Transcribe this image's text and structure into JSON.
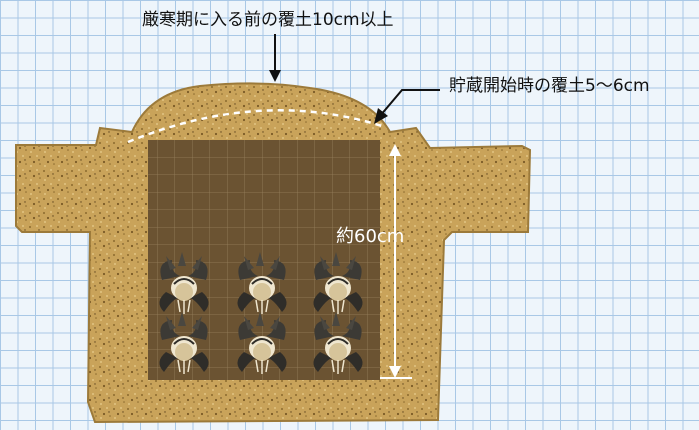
{
  "labels": {
    "top_cover": "厳寒期に入る前の覆土10cm以上",
    "start_cover": "貯蔵開始時の覆土5～6cm",
    "depth": "約60cm"
  },
  "colors": {
    "soil": "#c9a35a",
    "soil_dark": "#8b6a2e",
    "pit": "#6b5332",
    "grid": "#a9c8e6",
    "background": "#eef5fb"
  },
  "stored_plants": {
    "rows": 2,
    "per_row": 3
  }
}
